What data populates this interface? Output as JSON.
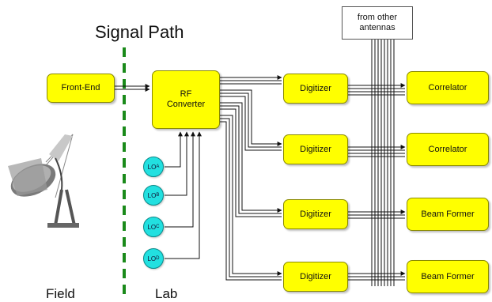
{
  "title": "Signal Path",
  "front_end": "Front-End",
  "rf_converter": "RF\nConverter",
  "lo_oscillators": [
    {
      "base": "LO",
      "sub": "A"
    },
    {
      "base": "LO",
      "sub": "B"
    },
    {
      "base": "LO",
      "sub": "C"
    },
    {
      "base": "LO",
      "sub": "D"
    }
  ],
  "digitizers": [
    "Digitizer",
    "Digitizer",
    "Digitizer",
    "Digitizer"
  ],
  "backends": [
    "Correlator",
    "Correlator",
    "Beam Former",
    "Beam Former"
  ],
  "other_antennas": "from other\nantennas",
  "field_label": "Field",
  "lab_label": "Lab",
  "colors": {
    "box_fill": "#ffff00",
    "lo_fill": "#22e0e0",
    "divider": "#1a8a1a"
  }
}
